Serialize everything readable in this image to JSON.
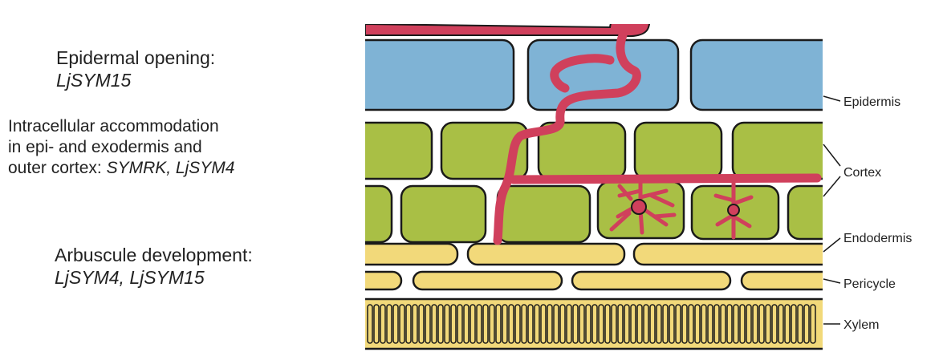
{
  "annotations": {
    "epidermal": {
      "title": "Epidermal opening:",
      "genes": "LjSYM15"
    },
    "intracellular": {
      "line1": "Intracellular accommodation",
      "line2": "in epi- and exodermis and",
      "line3_prefix": "outer cortex: ",
      "line3_genes": "SYMRK, LjSYM4"
    },
    "arbuscule": {
      "title": "Arbuscule development:",
      "genes": "LjSYM4, LjSYM15"
    }
  },
  "tissue_labels": {
    "epidermis": "Epidermis",
    "cortex": "Cortex",
    "endodermis": "Endodermis",
    "pericycle": "Pericycle",
    "xylem": "Xylem"
  },
  "colors": {
    "epidermis": "#7fb3d5",
    "cortex": "#a9bf45",
    "endodermis": "#f2d97a",
    "pericycle": "#f2d97a",
    "xylem": "#f2d97a",
    "fungus": "#d0405c",
    "outline": "#1a1a1a"
  }
}
